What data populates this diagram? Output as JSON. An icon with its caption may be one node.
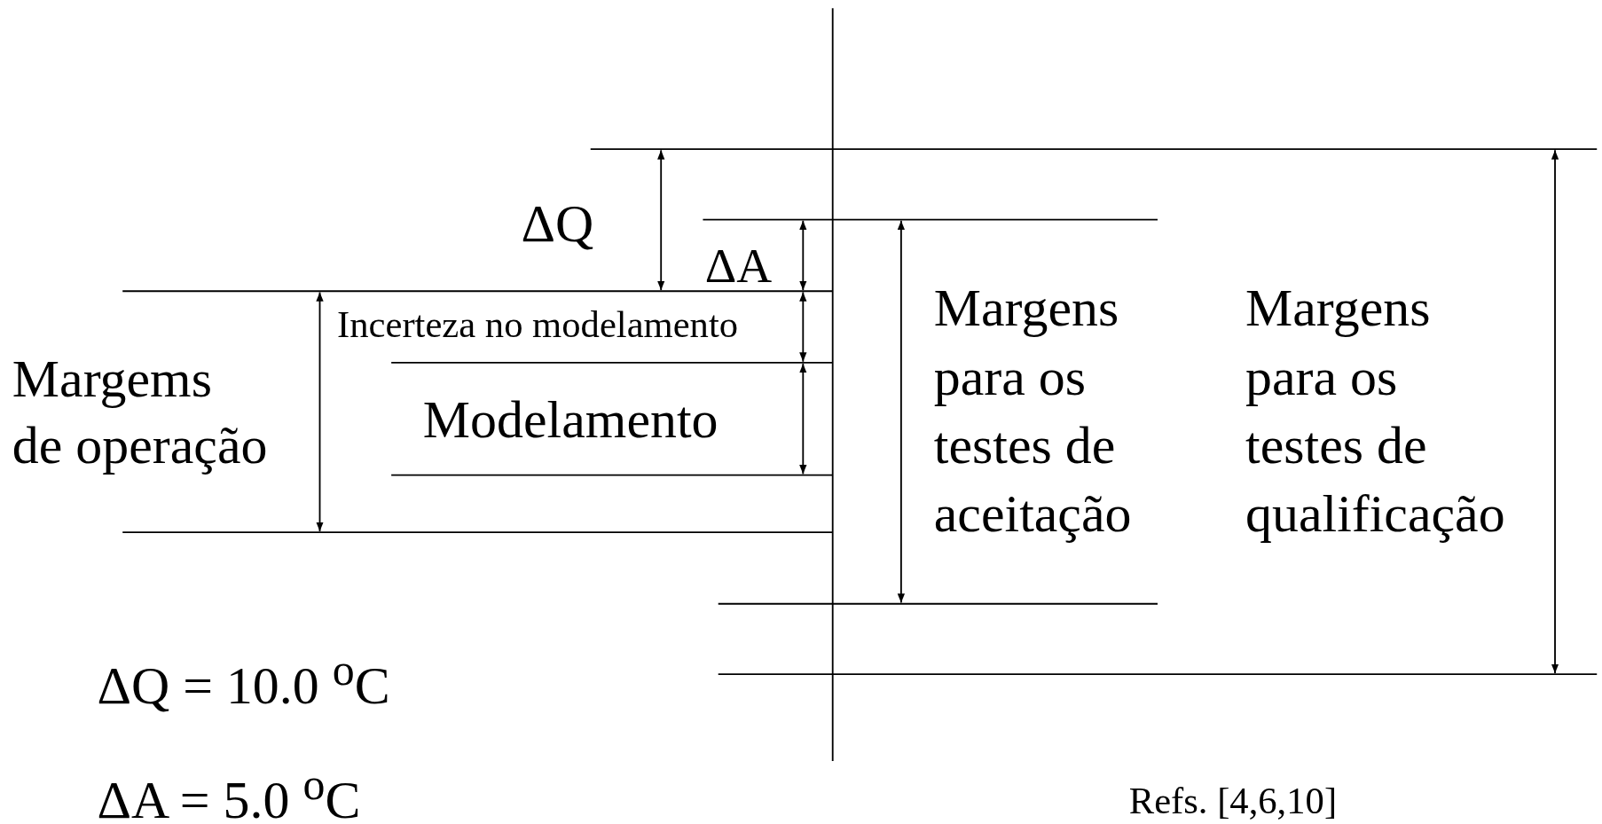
{
  "diagram": {
    "labels": [
      "ΔQ",
      "ΔA",
      "Margems de operação",
      "Incerteza no modelamento",
      "Modelamento",
      "Margens para os testes de aceitação",
      "Margens para os testes de qualificação",
      "ΔQ = 10.0 $^{o}$C",
      "ΔA = 5.0 $^{o}$C",
      "Refs. [4,6,10]"
    ]
  }
}
